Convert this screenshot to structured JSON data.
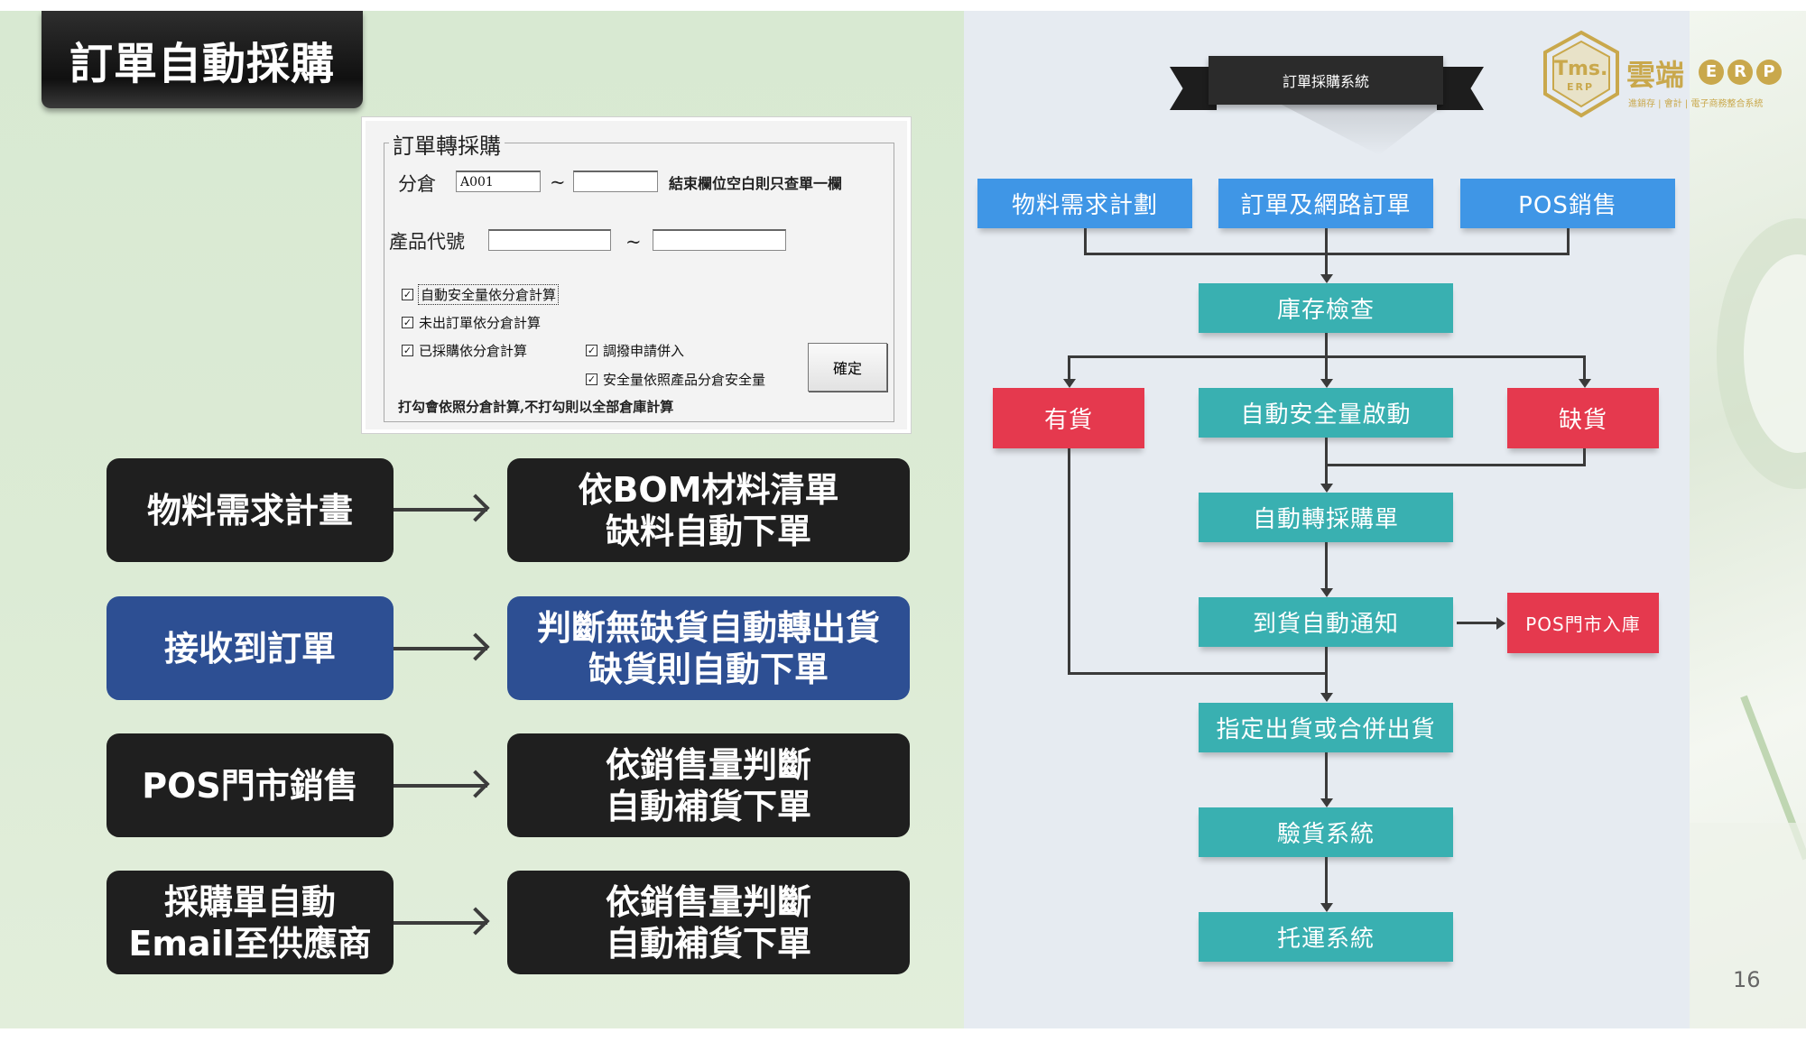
{
  "title": "訂單自動採購",
  "form": {
    "group_title": "訂單轉採購",
    "warehouse_label": "分倉",
    "warehouse_from": "A001",
    "warehouse_to": "",
    "tilde": "~",
    "end_hint": "結束欄位空白則只查單一欄",
    "product_label": "產品代號",
    "product_from": "",
    "product_to": "",
    "checkboxes": [
      {
        "label": "自動安全量依分倉計算",
        "checked": true,
        "mark": "✓"
      },
      {
        "label": "未出訂單依分倉計算",
        "checked": true,
        "mark": "✓"
      },
      {
        "label": "已採購依分倉計算",
        "checked": true,
        "mark": "✓"
      },
      {
        "label": "調撥申請併入",
        "checked": true,
        "mark": "✓"
      },
      {
        "label": "安全量依照產品分倉安全量",
        "checked": true,
        "mark": "✓"
      }
    ],
    "ok_button": "確定",
    "footnote": "打勾會依照分倉計算,不打勾則以全部倉庫計算"
  },
  "left_rows": [
    {
      "from": "物料需求計畫",
      "to": "依BOM材料清單\n缺料自動下單",
      "style": "dark"
    },
    {
      "from": "接收到訂單",
      "to": "判斷無缺貨自動轉出貨\n缺貨則自動下單",
      "style": "blue"
    },
    {
      "from": "POS門市銷售",
      "to": "依銷售量判斷\n自動補貨下單",
      "style": "dark"
    },
    {
      "from": "採購單自動\nEmail至供應商",
      "to": "依銷售量判斷\n自動補貨下單",
      "style": "dark"
    }
  ],
  "flow": {
    "banner": "訂單採購系統",
    "sources": [
      "物料需求計劃",
      "訂單及網路訂單",
      "POS銷售"
    ],
    "inventory_check": "庫存檢查",
    "in_stock": "有貨",
    "auto_safety": "自動安全量啟動",
    "out_of_stock": "缺貨",
    "auto_purchase": "自動轉採購單",
    "arrival_notice": "到貨自動通知",
    "pos_store_in": "POS門市入庫",
    "ship": "指定出貨或合併出貨",
    "inspection": "驗貨系統",
    "logistics": "托運系統"
  },
  "logo": {
    "badge": "Tms.",
    "badge_sub": "ERP",
    "name": "雲端",
    "erp_letters": [
      "E",
      "R",
      "P"
    ],
    "tagline": "進銷存 | 會計 | 電子商務整合系統"
  },
  "page_number": "16",
  "colors": {
    "flow_blue": "#3f96e6",
    "flow_teal": "#39b0b1",
    "flow_red": "#e5394e",
    "box_dark": "#1f1f1f",
    "box_blue": "#2d4f93",
    "logo_gold": "#c9a84c"
  }
}
